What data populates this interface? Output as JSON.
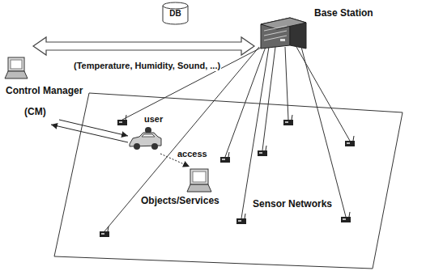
{
  "diagram": {
    "nodes": [
      {
        "text": [
          "DB"
        ]
      },
      {
        "text": [
          "Base Station"
        ]
      },
      {
        "text": [
          "Control Manager",
          "(CM)"
        ]
      },
      {
        "text": [
          "Sensor Networks"
        ]
      },
      {
        "text": [
          "user"
        ],
        "in": 3
      },
      {
        "text": [
          "Objects/Services"
        ],
        "in": 3
      }
    ],
    "edges": [
      {
        "from": 2,
        "to": 1,
        "arrow": "both",
        "label": "(Temperature, Humidity, Sound, ...)"
      },
      {
        "from": 2,
        "to": 4,
        "arrow": "to"
      },
      {
        "from": 4,
        "to": 2,
        "arrow": "to"
      },
      {
        "from": 4,
        "to": 5,
        "arrow": "to",
        "label": "access"
      }
    ]
  }
}
